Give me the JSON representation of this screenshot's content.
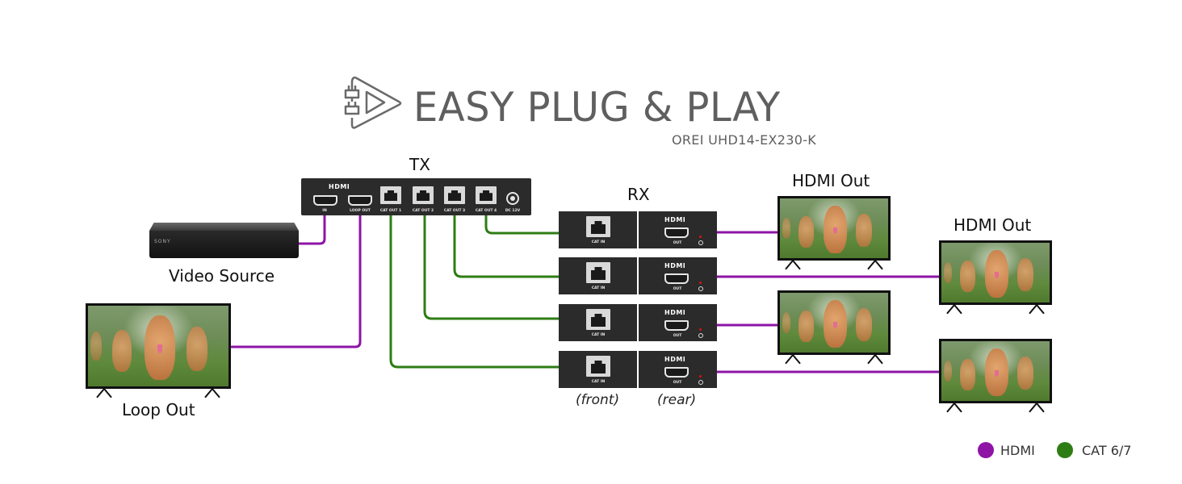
{
  "header": {
    "title": "EASY PLUG & PLAY",
    "subtitle": "OREI UHD14-EX230-K",
    "logo_icon": "plug-play-icon"
  },
  "colors": {
    "hdmi": "#8e14a6",
    "cat": "#2e7d14",
    "device": "#2b2b2b",
    "title": "#5f5f5f"
  },
  "tx": {
    "label": "TX",
    "hdmi_logo": "HDMI",
    "ports": {
      "in": "IN",
      "loop_out": "LOOP OUT",
      "cat_out_1": "CAT OUT 1",
      "cat_out_2": "CAT OUT 2",
      "cat_out_3": "CAT OUT 3",
      "cat_out_4": "CAT OUT 4",
      "dc": "DC 12V"
    }
  },
  "rx": {
    "label": "RX",
    "units": [
      {
        "front_port": "CAT IN",
        "rear_logo": "HDMI",
        "rear_port": "OUT"
      },
      {
        "front_port": "CAT IN",
        "rear_logo": "HDMI",
        "rear_port": "OUT"
      },
      {
        "front_port": "CAT IN",
        "rear_logo": "HDMI",
        "rear_port": "OUT"
      },
      {
        "front_port": "CAT IN",
        "rear_logo": "HDMI",
        "rear_port": "OUT"
      }
    ],
    "front_caption": "(front)",
    "rear_caption": "(rear)"
  },
  "source": {
    "label": "Video Source",
    "brand": "SONY"
  },
  "loop_out": {
    "label": "Loop Out"
  },
  "outputs": {
    "label_1": "HDMI Out",
    "label_2": "HDMI Out"
  },
  "legend": [
    {
      "label": "HDMI",
      "color": "#8e14a6"
    },
    {
      "label": "CAT 6/7",
      "color": "#2e7d14"
    }
  ]
}
